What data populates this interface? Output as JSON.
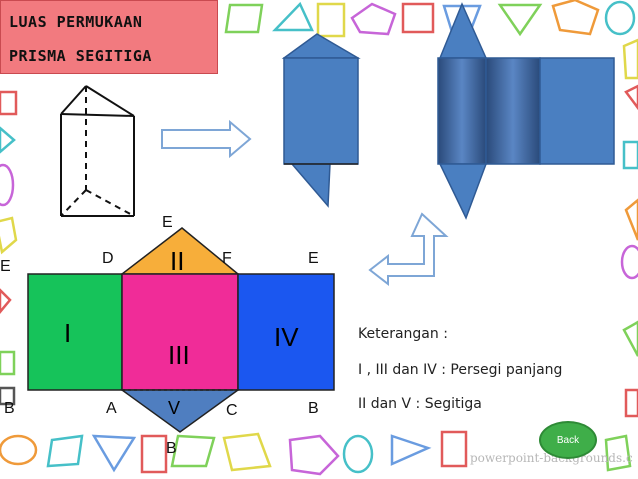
{
  "title": {
    "line1": "LUAS PERMUKAAN",
    "line2": "PRISMA SEGITIGA"
  },
  "net_labels": {
    "top_e": "E",
    "d": "D",
    "f": "F",
    "right_e": "E",
    "left_e": "E",
    "a": "A",
    "c": "C",
    "left_b": "B",
    "right_b": "B",
    "bottom_b": "B",
    "face_i": "I",
    "face_ii": "II",
    "face_iii": "III",
    "face_iv": "IV",
    "face_v": "V"
  },
  "legend": {
    "heading": "Keterangan :",
    "line1": "I , III dan IV : Persegi panjang",
    "line2": "II dan V : Segitiga"
  },
  "back_button": "Back",
  "watermark": "powerpoint-backgrounds.c",
  "colors": {
    "title_bg": "#f27a7f",
    "face_green": "#16c35a",
    "face_pink": "#f02c98",
    "face_blue": "#1b57f0",
    "face_orange": "#f7ae3a",
    "face_steel": "#4f7ec0",
    "prism_blue": "#4a7fc1",
    "back_green": "#3fae49"
  }
}
